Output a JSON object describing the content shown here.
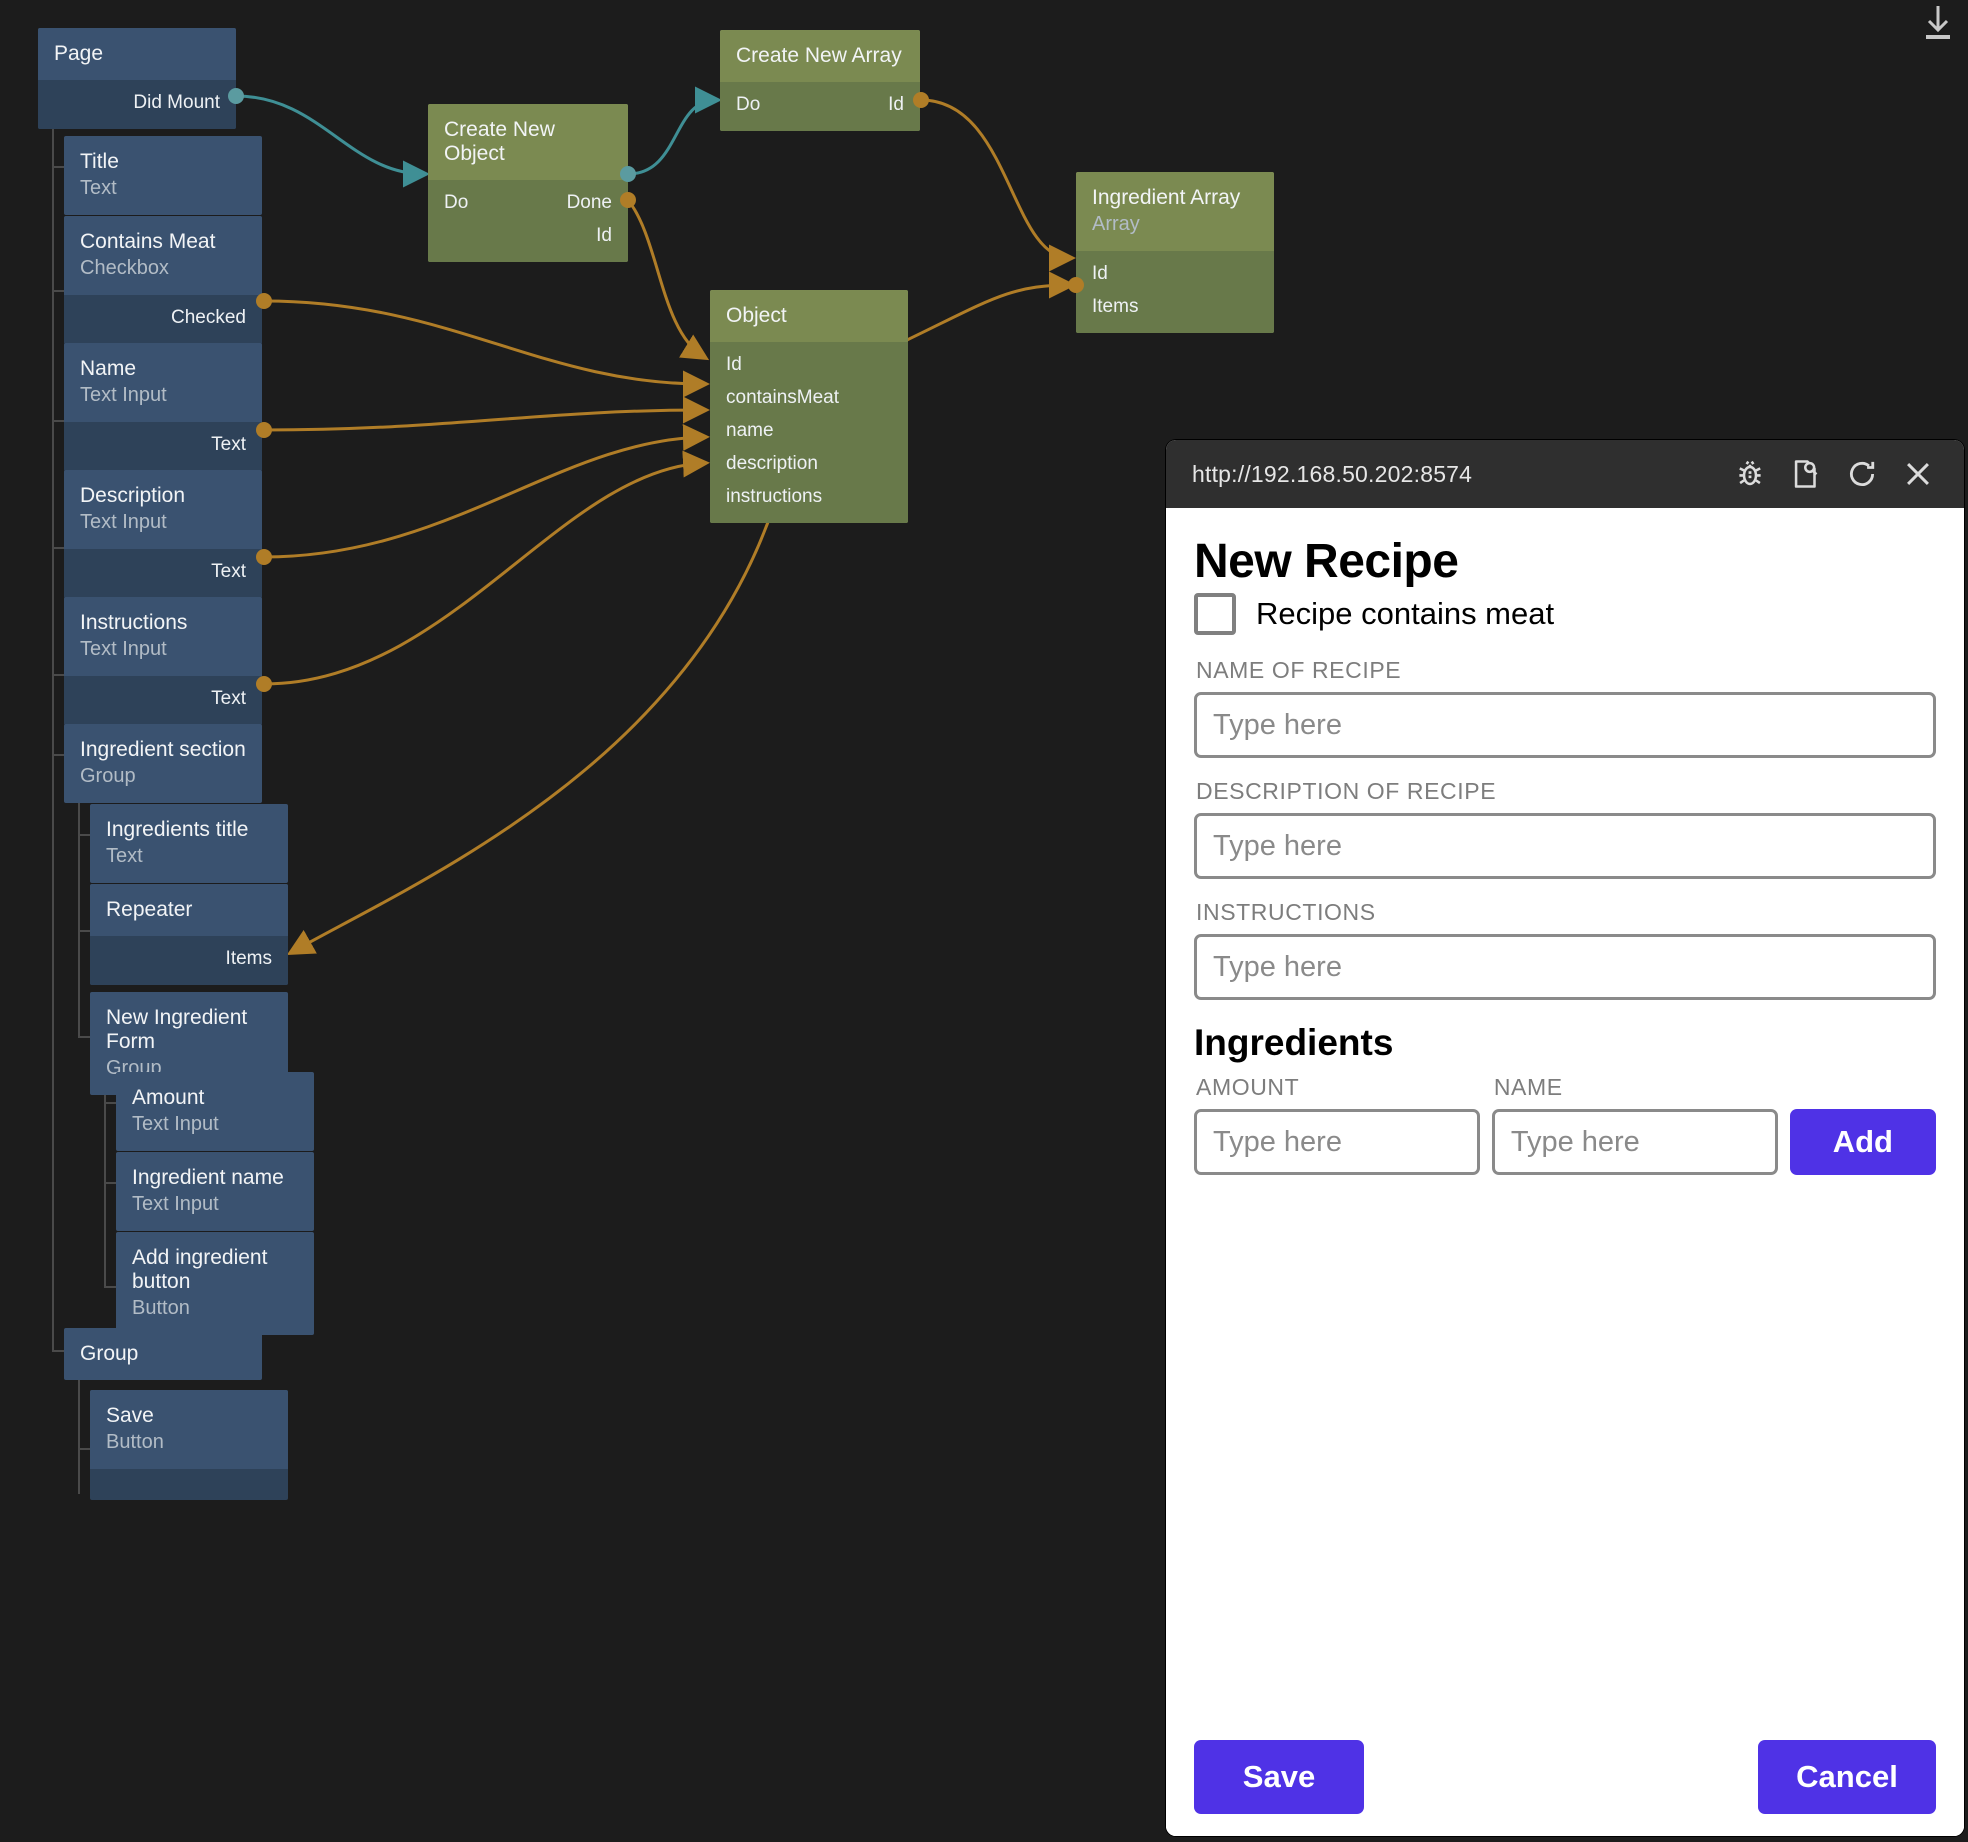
{
  "app": {
    "background": "#1c1c1c",
    "node_blue_header": "#3a5270",
    "node_blue_body": "#2e4259",
    "node_green_header": "#7b8a51",
    "node_green_body": "#68794a",
    "wire_orange": "#b07d27",
    "wire_teal": "#3f8f95",
    "accent_purple": "#4f32e6"
  },
  "toolbar": {
    "download_icon": "download-icon"
  },
  "tree": {
    "nodes": [
      {
        "title": "Page",
        "subtitle": "",
        "ports": [
          {
            "label": "Did Mount",
            "side": "out",
            "kind": "signal"
          }
        ]
      },
      {
        "title": "Title",
        "subtitle": "Text",
        "ports": []
      },
      {
        "title": "Contains Meat",
        "subtitle": "Checkbox",
        "ports": [
          {
            "label": "Checked",
            "side": "out",
            "kind": "data"
          }
        ]
      },
      {
        "title": "Name",
        "subtitle": "Text Input",
        "ports": [
          {
            "label": "Text",
            "side": "out",
            "kind": "data"
          }
        ]
      },
      {
        "title": "Description",
        "subtitle": "Text Input",
        "ports": [
          {
            "label": "Text",
            "side": "out",
            "kind": "data"
          }
        ]
      },
      {
        "title": "Instructions",
        "subtitle": "Text Input",
        "ports": [
          {
            "label": "Text",
            "side": "out",
            "kind": "data"
          }
        ]
      },
      {
        "title": "Ingredient section",
        "subtitle": "Group",
        "ports": []
      },
      {
        "title": "Ingredients title",
        "subtitle": "Text",
        "ports": []
      },
      {
        "title": "Repeater",
        "subtitle": "",
        "ports": [
          {
            "label": "Items",
            "side": "in",
            "kind": "data"
          }
        ]
      },
      {
        "title": "New Ingredient Form",
        "subtitle": "Group",
        "ports": []
      },
      {
        "title": "Amount",
        "subtitle": "Text Input",
        "ports": []
      },
      {
        "title": "Ingredient name",
        "subtitle": "Text Input",
        "ports": []
      },
      {
        "title": "Add ingredient button",
        "subtitle": "Button",
        "ports": []
      },
      {
        "title": "Group",
        "subtitle": "",
        "ports": []
      },
      {
        "title": "Save",
        "subtitle": "Button",
        "ports": []
      }
    ]
  },
  "logic": {
    "nodes": [
      {
        "title": "Create New Object",
        "subtitle": "",
        "in": [
          "Do"
        ],
        "out": [
          "Done",
          "Id"
        ]
      },
      {
        "title": "Create New Array",
        "subtitle": "",
        "in": [
          "Do"
        ],
        "out": [
          "Id"
        ]
      },
      {
        "title": "Ingredient Array",
        "subtitle": "Array",
        "in": [
          "Id"
        ],
        "out": [
          "Items"
        ]
      },
      {
        "title": "Object",
        "subtitle": "",
        "in": [
          "Id",
          "containsMeat",
          "name",
          "description",
          "instructions"
        ],
        "out": []
      }
    ]
  },
  "preview": {
    "url": "http://192.168.50.202:8574",
    "icons": [
      "bug-icon",
      "inspect-page-icon",
      "reload-icon",
      "close-icon"
    ],
    "title": "New Recipe",
    "checkbox_label": "Recipe contains meat",
    "checkbox_checked": false,
    "fields": [
      {
        "label": "NAME OF RECIPE",
        "placeholder": "Type here",
        "value": ""
      },
      {
        "label": "DESCRIPTION OF RECIPE",
        "placeholder": "Type here",
        "value": ""
      },
      {
        "label": "INSTRUCTIONS",
        "placeholder": "Type here",
        "value": ""
      }
    ],
    "ingredients_heading": "Ingredients",
    "ingredient_amount_label": "AMOUNT",
    "ingredient_amount_placeholder": "Type here",
    "ingredient_name_label": "NAME",
    "ingredient_name_placeholder": "Type here",
    "add_label": "Add",
    "save_label": "Save",
    "cancel_label": "Cancel"
  }
}
